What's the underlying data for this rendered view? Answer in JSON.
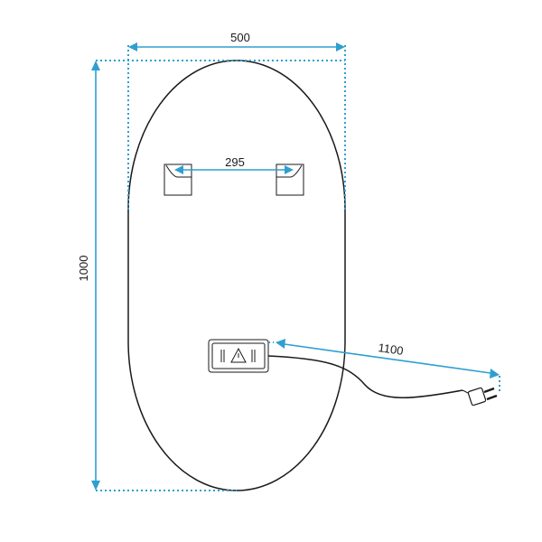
{
  "dimensions": {
    "width": "500",
    "height": "1000",
    "bracket_spacing": "295",
    "cable_length": "1100"
  },
  "colors": {
    "dimension": "#2f9fd0",
    "outline": "#1a1a1a"
  },
  "icons": {
    "control_box": "warning-triangle-icon",
    "plug": "power-plug-icon"
  }
}
